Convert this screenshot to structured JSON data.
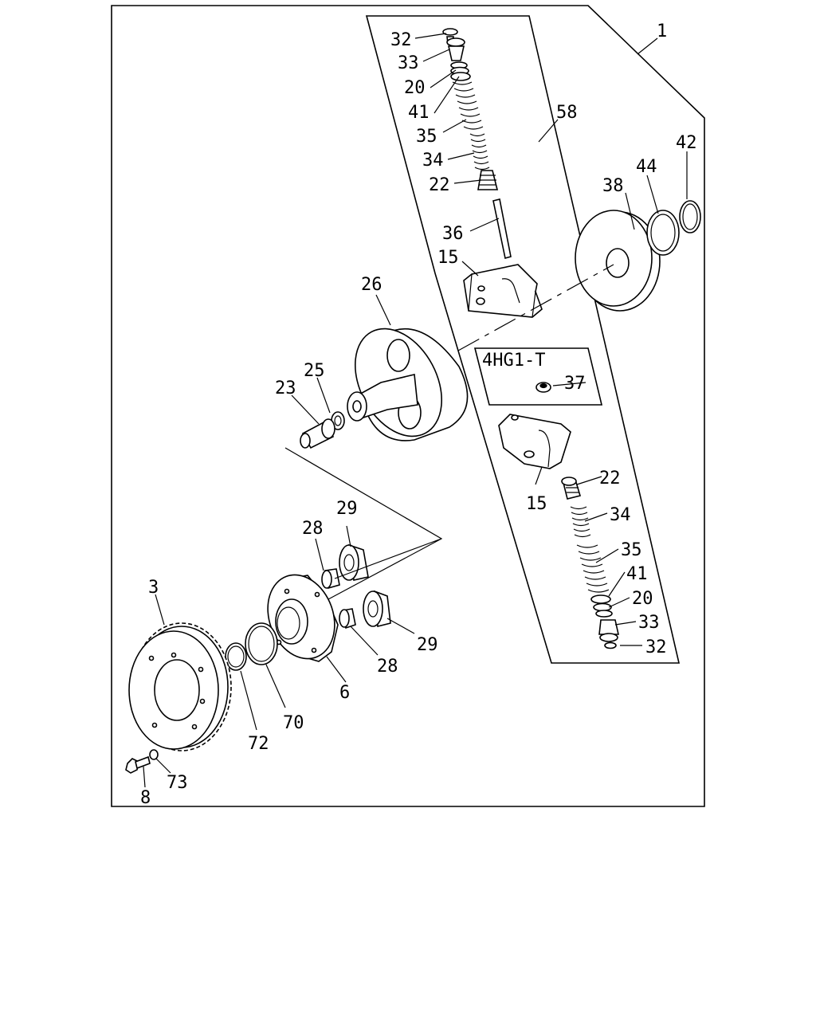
{
  "inset_label": "4HG1-T",
  "callouts": {
    "c1": "1",
    "c58": "58",
    "c42": "42",
    "c44": "44",
    "c38": "38",
    "c32a": "32",
    "c33a": "33",
    "c20a": "20",
    "c41a": "41",
    "c35a": "35",
    "c34a": "34",
    "c22a": "22",
    "c36": "36",
    "c15a": "15",
    "c26": "26",
    "c25": "25",
    "c23": "23",
    "c37": "37",
    "c15b": "15",
    "c22b": "22",
    "c34b": "34",
    "c35b": "35",
    "c41b": "41",
    "c20b": "20",
    "c33b": "33",
    "c32b": "32",
    "c29a": "29",
    "c28a": "28",
    "c3": "3",
    "c29b": "29",
    "c28b": "28",
    "c6": "6",
    "c70": "70",
    "c72": "72",
    "c73": "73",
    "c8": "8"
  }
}
